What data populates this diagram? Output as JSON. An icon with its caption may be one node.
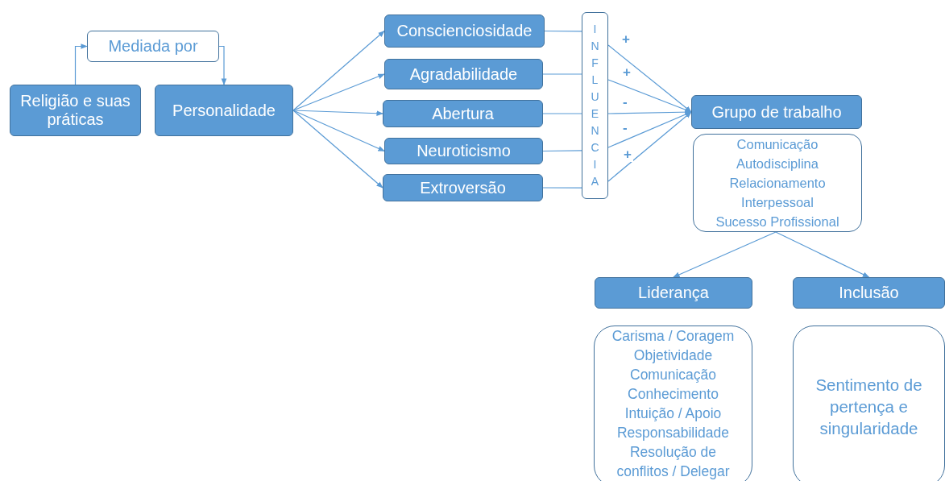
{
  "diagram": {
    "nodes": [
      {
        "text": [
          "Religião e suas práticas"
        ]
      },
      {
        "text": [
          "Mediada por"
        ]
      },
      {
        "text": [
          "Personalidade"
        ]
      },
      {
        "text": [
          "Conscienciosidade"
        ]
      },
      {
        "text": [
          "Agradabilidade"
        ]
      },
      {
        "text": [
          "Abertura"
        ]
      },
      {
        "text": [
          "Neuroticismo"
        ]
      },
      {
        "text": [
          "Extroversão"
        ]
      },
      {
        "text": [
          "INFLUENCIA"
        ]
      },
      {
        "text": [
          "Grupo de trabalho"
        ]
      },
      {
        "text": [
          "Comunicação",
          "Autodisciplina",
          "Relacionamento Interpessoal",
          "Sucesso Profissional"
        ]
      },
      {
        "text": [
          "Liderança"
        ]
      },
      {
        "text": [
          "Inclusão"
        ]
      },
      {
        "text": [
          "Carisma / Coragem",
          "Objetividade",
          "Comunicação",
          "Conhecimento",
          "Intuição / Apoio",
          "Responsabilidade",
          "Resolução de conflitos / Delegar"
        ]
      },
      {
        "text": [
          "Sentimento de pertença e singularidade"
        ]
      }
    ],
    "edges": [
      {
        "from": 0,
        "to": 1,
        "arrow": "to"
      },
      {
        "from": 1,
        "to": 2,
        "arrow": "to"
      },
      {
        "from": 2,
        "to": 3,
        "arrow": "to"
      },
      {
        "from": 2,
        "to": 4,
        "arrow": "to"
      },
      {
        "from": 2,
        "to": 5,
        "arrow": "to"
      },
      {
        "from": 2,
        "to": 6,
        "arrow": "to"
      },
      {
        "from": 2,
        "to": 7,
        "arrow": "to"
      },
      {
        "from": 3,
        "to": 8,
        "arrow": "none"
      },
      {
        "from": 4,
        "to": 8,
        "arrow": "none"
      },
      {
        "from": 5,
        "to": 8,
        "arrow": "none"
      },
      {
        "from": 6,
        "to": 8,
        "arrow": "none"
      },
      {
        "from": 7,
        "to": 8,
        "arrow": "none"
      },
      {
        "from": 8,
        "to": 9,
        "arrow": "to",
        "label": "+"
      },
      {
        "from": 8,
        "to": 9,
        "arrow": "to",
        "label": "+"
      },
      {
        "from": 8,
        "to": 9,
        "arrow": "to",
        "label": "-"
      },
      {
        "from": 8,
        "to": 9,
        "arrow": "to",
        "label": "-"
      },
      {
        "from": 8,
        "to": 9,
        "arrow": "to",
        "label": "+"
      },
      {
        "from": 10,
        "to": 11,
        "arrow": "to"
      },
      {
        "from": 10,
        "to": 12,
        "arrow": "to"
      }
    ]
  }
}
